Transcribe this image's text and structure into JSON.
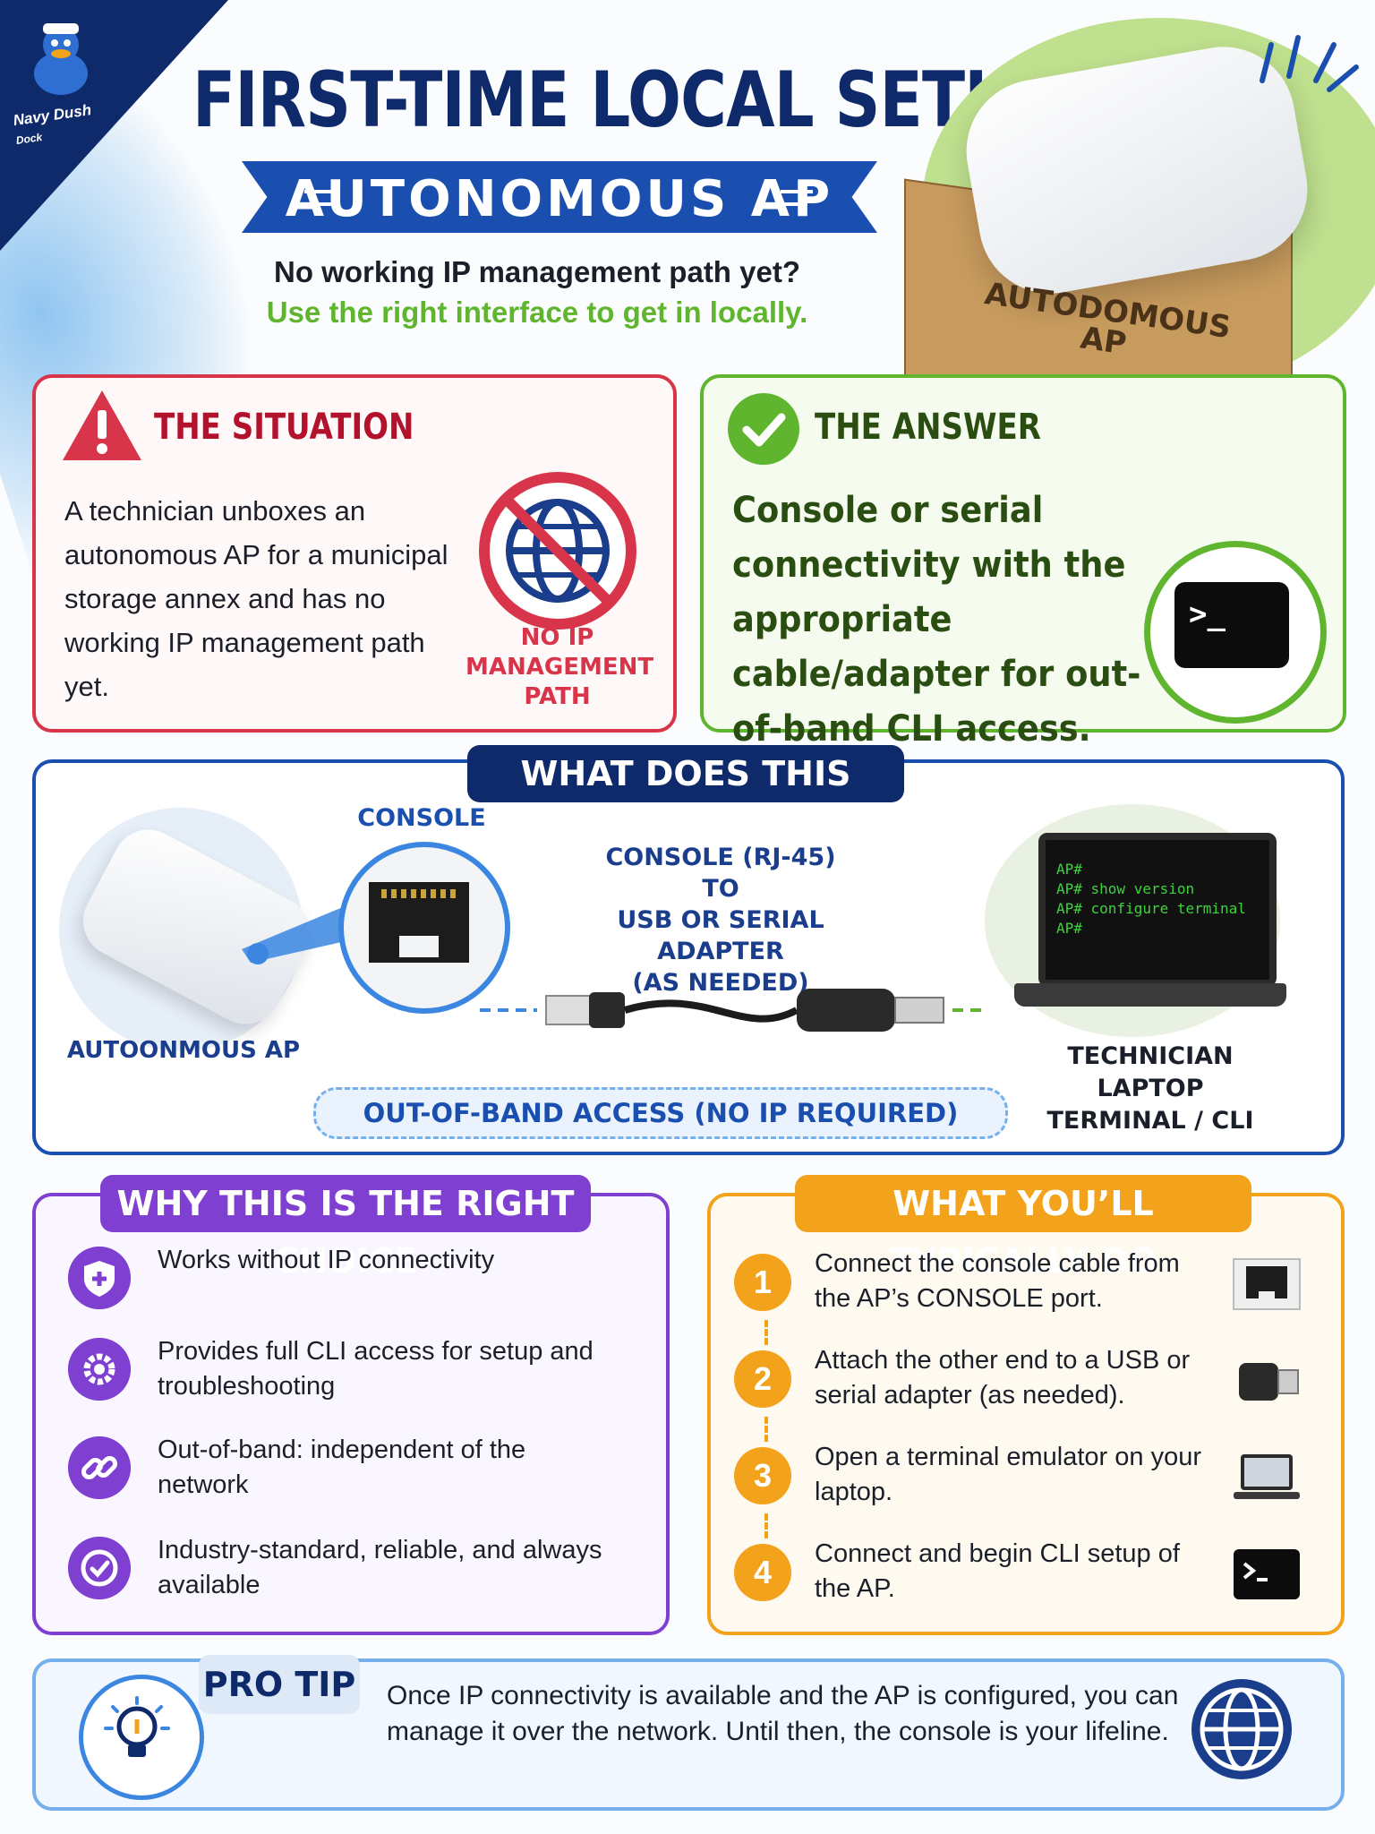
{
  "brand": {
    "logo_line1": "Navy Dush",
    "logo_line2": "Dock"
  },
  "header": {
    "title": "FIRST-TIME LOCAL SETUP",
    "banner": "AUTONOMOUS AP",
    "question": "No working IP management path yet?",
    "answer_line": "Use the right interface to get in locally.",
    "box_label": "AUTODOMOUS AP"
  },
  "situation": {
    "heading": "THE SITUATION",
    "body": "A technician unboxes an autonomous AP for a municipal storage annex and has no working IP management path yet.",
    "badge": "NO IP MANAGEMENT PATH"
  },
  "answer": {
    "heading": "THE ANSWER",
    "body": "Console or serial connectivity with the appropriate cable/adapter for out-of-band CLI access.",
    "terminal_prompt": ">_"
  },
  "meaning": {
    "heading": "WHAT DOES THIS MEAN?",
    "ap_label": "AUTOONMOUS AP",
    "console_label": "CONSOLE",
    "cable_line1": "CONSOLE (RJ-45)",
    "cable_line2": "TO",
    "cable_line3": "USB OR SERIAL ADAPTER",
    "cable_line4": "(AS NEEDED)",
    "terminal_lines": [
      "AP#",
      "AP# show version",
      "AP# configure terminal",
      "AP#"
    ],
    "laptop_label1": "TECHNICIAN LAPTOP",
    "laptop_label2": "TERMINAL / CLI",
    "oob": "OUT-OF-BAND ACCESS (NO IP REQUIRED)"
  },
  "why": {
    "heading": "WHY THIS IS THE RIGHT CHOICE",
    "items": [
      {
        "icon": "shield-icon",
        "text": "Works without IP connectivity"
      },
      {
        "icon": "gear-icon",
        "text": "Provides full CLI access for setup and troubleshooting"
      },
      {
        "icon": "link-icon",
        "text": "Out-of-band: independent of the network"
      },
      {
        "icon": "check-icon",
        "text": "Industry-standard, reliable, and always available"
      }
    ]
  },
  "steps": {
    "heading": "WHAT YOU’LL TYPICALLY DO",
    "items": [
      {
        "num": "1",
        "text": "Connect the console cable from the AP’s CONSOLE port.",
        "icon": "rj45-port-icon"
      },
      {
        "num": "2",
        "text": "Attach the other end to a USB or serial adapter (as needed).",
        "icon": "usb-adapter-icon"
      },
      {
        "num": "3",
        "text": "Open a terminal emulator on your laptop.",
        "icon": "laptop-icon"
      },
      {
        "num": "4",
        "text": "Connect and begin CLI setup of the AP.",
        "icon": "terminal-icon"
      }
    ]
  },
  "tip": {
    "heading": "PRO TIP",
    "body": "Once IP connectivity is available and the AP is configured, you can manage it over the network. Until then, the console is your lifeline."
  },
  "colors": {
    "navy": "#0f2a6b",
    "blue": "#1a4fb0",
    "red": "#d8344a",
    "green": "#5fb52e",
    "purple": "#7f3fd1",
    "orange": "#f3a21c"
  }
}
